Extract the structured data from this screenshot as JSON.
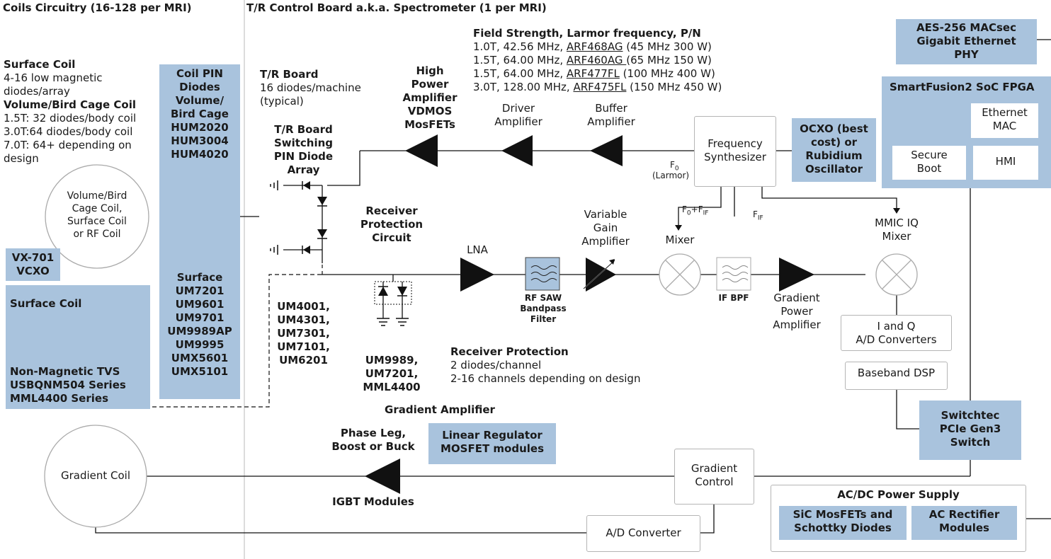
{
  "headers": {
    "coils": "Coils Circuitry (16-128 per MRI)",
    "tr": "T/R Control Board a.k.a. Spectrometer (1 per MRI)"
  },
  "surface_info": {
    "title1": "Surface Coil",
    "line1": "4-16 low magnetic",
    "line2": "diodes/array",
    "title2": "Volume/Bird Cage Coil",
    "line3": "1.5T: 32 diodes/body coil",
    "line4": "3.0T:64 diodes/body coil",
    "line5": "7.0T: 64+ depending on",
    "line6": "design"
  },
  "coil_circle": "Volume/Bird\nCage Coil,\nSurface Coil\nor RF Coil",
  "vcxo": "VX-701\nVCXO",
  "surface_coil_box": {
    "title": "Surface Coil",
    "footer": "Non-Magnetic TVS\nUSBQNM504 Series\nMML4400 Series"
  },
  "coil_pin": {
    "top": "Coil PIN\nDiodes\nVolume/\nBird Cage\nHUM2020\nHUM3004\nHUM4020",
    "bottom": "Surface\nUM7201\nUM9601\nUM9701\nUM9989AP\nUM9995\nUMX5601\nUMX5101"
  },
  "tr_board_text": {
    "title": "T/R Board",
    "line1": "16 diodes/machine",
    "line2": "(typical)"
  },
  "tr_switch": {
    "top": "T/R Board\nSwitching\nPIN Diode\nArray",
    "bottom": "UM4001,\nUM4301,\nUM7301,\nUM7101,\nUM6201"
  },
  "high_power_amp": "High\nPower\nAmplifier\nVDMOS\nMosFETs",
  "receiver_protection": {
    "top": "Receiver\nProtection\nCircuit",
    "bottom": "UM9989,\nUM7201,\nMML4400"
  },
  "field_strength": {
    "title": "Field Strength, Larmor frequency, P/N",
    "rows": [
      {
        "pre": "1.0T, 42.56 MHz, ",
        "pn": "ARF468AG",
        "post": " (45 MHz 300 W)"
      },
      {
        "pre": "1.5T, 64.00 MHz, ",
        "pn": "ARF460AG ",
        "post": "(65 MHz 150 W)"
      },
      {
        "pre": "1.5T, 64.00 MHz, ",
        "pn": "ARF477FL",
        "post": " (100 MHz 400 W)"
      },
      {
        "pre": "3.0T, 128.00 MHz, ",
        "pn": "ARF475FL",
        "post": " (150 MHz 450 W)"
      }
    ]
  },
  "driver_amp": "Driver\nAmplifier",
  "buffer_amp": "Buffer\nAmplifier",
  "f0_label": "F",
  "f0_sub": "0",
  "larmor": "(Larmor)",
  "freq_synth": "Frequency\nSynthesizer",
  "ocxo": "OCXO (best\ncost) or\nRubidium\nOscillator",
  "aes": "AES-256 MACsec\nGigabit Ethernet\nPHY",
  "fpga": {
    "title": "SmartFusion2 SoC FPGA",
    "eth": "Ethernet\nMAC",
    "secure": "Secure\nBoot",
    "hmi": "HMI"
  },
  "lna": "LNA",
  "saw": "RF SAW\nBandpass\nFilter",
  "vga": "Variable\nGain\nAmplifier",
  "mixer": "Mixer",
  "f0fif": {
    "f": "F",
    "s0": "0",
    "plus": "+F",
    "sif": "IF"
  },
  "fif": {
    "f": "F",
    "sif": "IF"
  },
  "if_bpf": "IF BPF",
  "grad_power_amp": "Gradient\nPower\nAmplifier",
  "mmic": "MMIC IQ\nMixer",
  "iq_adc": "I and Q\nA/D Converters",
  "baseband": "Baseband DSP",
  "receiver_prot_text": {
    "title": "Receiver Protection",
    "line1": "2 diodes/channel",
    "line2": "2-16 channels depending on design"
  },
  "gradient_amp": {
    "title": "Gradient Amplifier",
    "phase": "Phase Leg,\nBoost or Buck",
    "igbt": "IGBT Modules",
    "linear": "Linear Regulator\nMOSFET modules"
  },
  "switchtec": "Switchtec\nPCIe Gen3\nSwitch",
  "gradient_control": "Gradient\nControl",
  "gradient_coil": "Gradient Coil",
  "adc": "A/D Converter",
  "acdc": {
    "title": "AC/DC Power Supply",
    "sic": "SiC MosFETs and\nSchottky Diodes",
    "rect": "AC Rectifier\nModules"
  }
}
